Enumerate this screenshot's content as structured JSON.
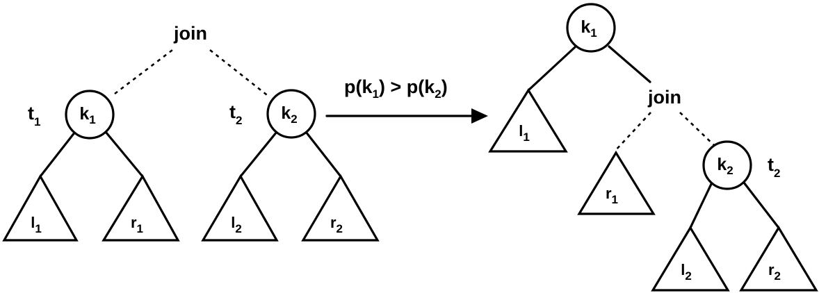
{
  "left": {
    "join": "join",
    "t1": {
      "main": "t",
      "sub": "1"
    },
    "t2": {
      "main": "t",
      "sub": "2"
    },
    "k1": {
      "main": "k",
      "sub": "1"
    },
    "k2": {
      "main": "k",
      "sub": "2"
    },
    "l1": {
      "main": "l",
      "sub": "1"
    },
    "r1": {
      "main": "r",
      "sub": "1"
    },
    "l2": {
      "main": "l",
      "sub": "2"
    },
    "r2": {
      "main": "r",
      "sub": "2"
    }
  },
  "arrow": {
    "p1": "p(k",
    "s1": "1",
    "mid": ") > p(k",
    "s2": "2",
    "end": ")"
  },
  "right": {
    "join": "join",
    "k1": {
      "main": "k",
      "sub": "1"
    },
    "l1": {
      "main": "l",
      "sub": "1"
    },
    "r1": {
      "main": "r",
      "sub": "1"
    },
    "k2": {
      "main": "k",
      "sub": "2"
    },
    "t2": {
      "main": "t",
      "sub": "2"
    },
    "l2": {
      "main": "l",
      "sub": "2"
    },
    "r2": {
      "main": "r",
      "sub": "2"
    }
  }
}
